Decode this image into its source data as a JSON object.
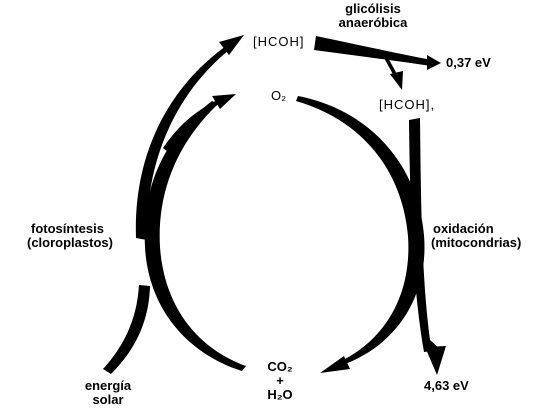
{
  "colors": {
    "ink": "#000000",
    "background": "#ffffff"
  },
  "labels": {
    "hcoh_top": "[HCOH]",
    "glycolysis_line1": "glicólisis",
    "glycolysis_line2": "anaeróbica",
    "energy_glycolysis": "0,37  eV",
    "o2": "O₂",
    "hcoh_right": "[HCOH],",
    "photosynthesis_line1": "fotosíntesis",
    "photosynthesis_line2": "(cloroplastos)",
    "oxidation_line1": "oxidación",
    "oxidation_line2": "(mitocondrias)",
    "co2": "CO₂",
    "plus": "+",
    "h2o": "H₂O",
    "solar_line1": "energía",
    "solar_line2": "solar",
    "energy_oxidation": "4,63  eV"
  }
}
